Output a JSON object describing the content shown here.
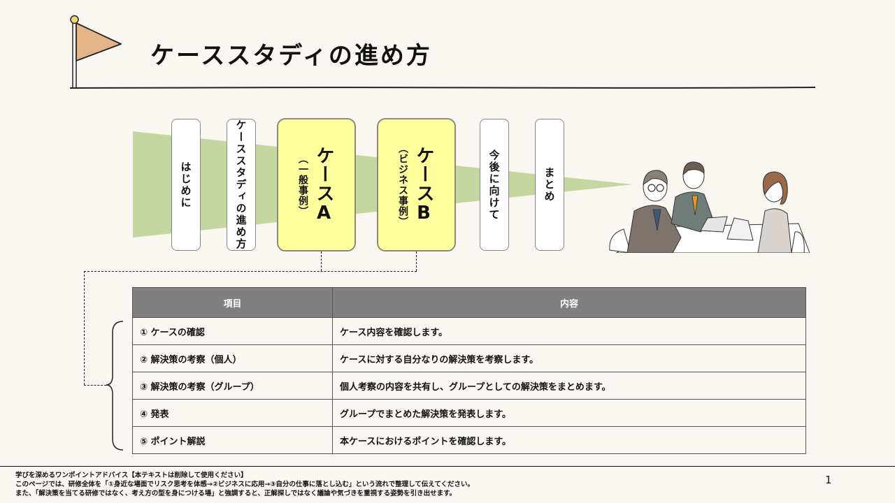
{
  "header": {
    "title": "ケーススタディの進め方",
    "flag_color": "#e3b488"
  },
  "flow": {
    "steps": [
      {
        "label": "はじめに"
      },
      {
        "label": "ケーススタディの進め方"
      },
      {
        "label": "ケースA",
        "sub": "（一般事例）",
        "highlight": true
      },
      {
        "label": "ケースB",
        "sub": "（ビジネス事例）",
        "highlight": true
      },
      {
        "label": "今後に向けて"
      },
      {
        "label": "まとめ"
      }
    ],
    "funnel_color": "#c5d6a0",
    "highlight_color": "#ffff9e"
  },
  "table": {
    "headers": [
      "項目",
      "内容"
    ],
    "rows": [
      {
        "item": "① ケースの確認",
        "content": "ケース内容を確認します。"
      },
      {
        "item": "② 解決策の考察（個人）",
        "content": "ケースに対する自分なりの解決策を考察します。"
      },
      {
        "item": "③ 解決策の考察（グループ）",
        "content": "個人考察の内容を共有し、グループとしての解決策をまとめます。"
      },
      {
        "item": "④ 発表",
        "content": "グループでまとめた解決策を発表します。"
      },
      {
        "item": "⑤ ポイント解説",
        "content": "本ケースにおけるポイントを確認します。"
      }
    ]
  },
  "footer": {
    "notes": [
      "学びを深めるワンポイントアドバイス【本テキストは削除して使用ください】",
      "このページでは、研修全体を「①身近な場面でリスク思考を体感→②ビジネスに応用→③自分の仕事に落とし込む」という流れで整理して伝えてください。",
      "また、「解決策を当てる研修ではなく、考え方の型を身につける場」と強調すると、正解探しではなく議論や気づきを重視する姿勢を引き出せます。"
    ],
    "page_number": "1"
  }
}
